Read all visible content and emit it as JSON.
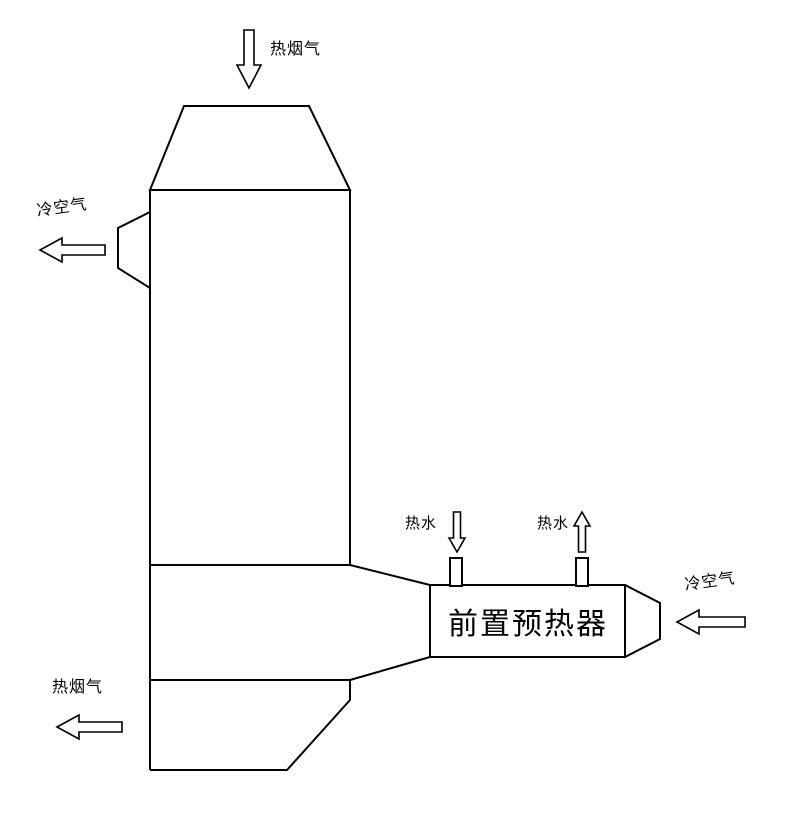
{
  "diagram": {
    "title": "preheater-flow-diagram",
    "labels": {
      "hot_flue_gas_top": "热烟气",
      "cold_air_left": "冷空气",
      "hot_water_in": "热水",
      "hot_water_out": "热水",
      "preheater": "前置预热器",
      "cold_air_right": "冷空气",
      "hot_flue_gas_bottom": "热烟气"
    },
    "colors": {
      "line": "#000000",
      "background": "#ffffff",
      "arrow_fill": "#ffffff"
    }
  }
}
